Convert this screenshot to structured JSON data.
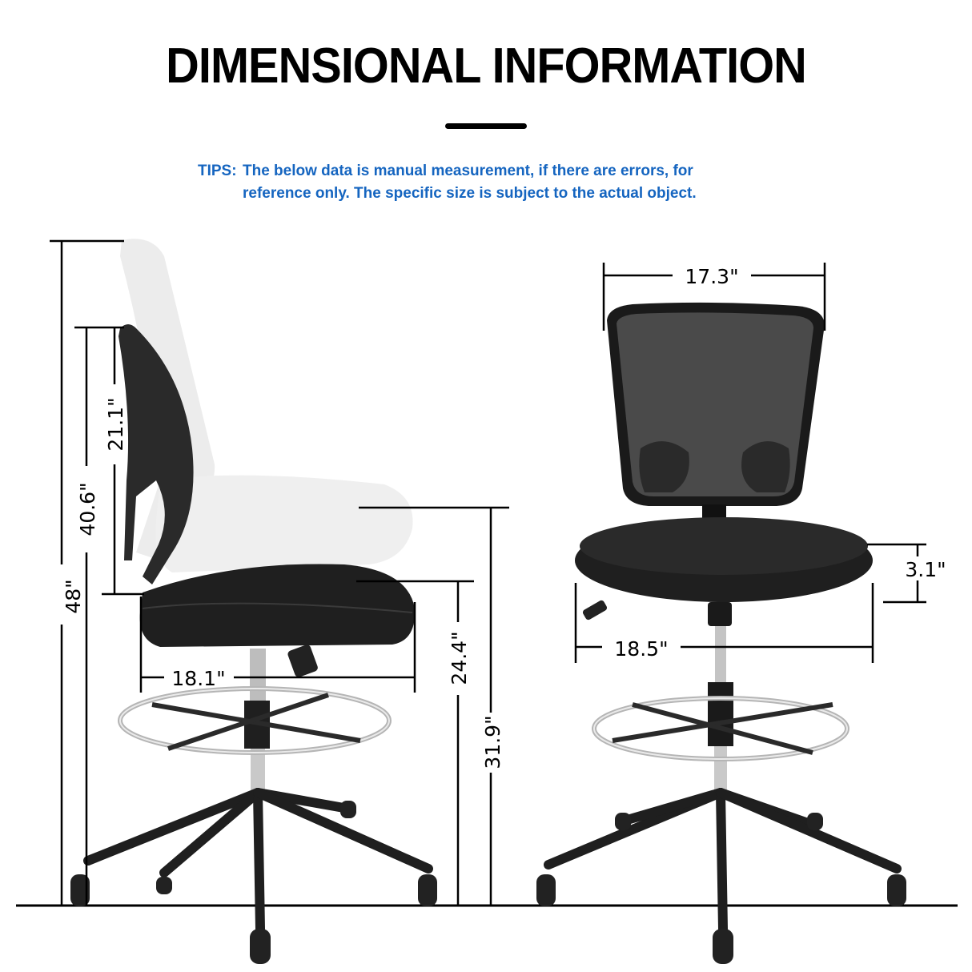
{
  "header": {
    "title": "DIMENSIONAL INFORMATION",
    "tips_label": "TIPS:",
    "tips_line1": "The below data is manual measurement, if there are errors, for",
    "tips_line2": "reference only. The specific size is subject to the actual object."
  },
  "colors": {
    "title": "#000000",
    "tips": "#1565c0",
    "lines": "#000000",
    "chair_black": "#1f1f1f",
    "chrome": "#c8c8c8"
  },
  "side_view": {
    "overall_height": "48\"",
    "seat_to_top_back_max": "40.6\"",
    "backrest_height": "21.1\"",
    "seat_depth": "18.1\"",
    "seat_height_min": "24.4\"",
    "seat_height_max": "31.9\""
  },
  "front_view": {
    "backrest_width": "17.3\"",
    "seat_thickness": "3.1\"",
    "seat_width": "18.5\""
  }
}
